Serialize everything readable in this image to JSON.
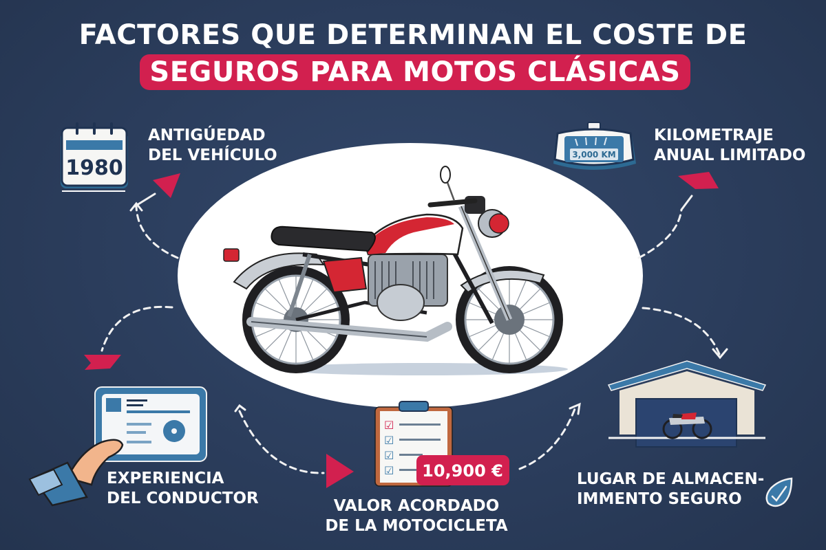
{
  "title": {
    "line1": "FACTORES QUE DETERMINAN EL COSTE DE",
    "line2": "SEGUROS PARA MOTOS CLÁSICAS"
  },
  "colors": {
    "background": "#2c3f5f",
    "accent_red": "#d2204f",
    "icon_blue": "#3b79a8",
    "text": "#ffffff"
  },
  "factors": [
    {
      "id": "antiguedad",
      "icon": "calendar-icon",
      "icon_text": "1980",
      "label_line1": "ANTIGÚEDAD",
      "label_line2": "DEL VEHÍCULO"
    },
    {
      "id": "kilometraje",
      "icon": "odometer-icon",
      "icon_text": "3,000 KM",
      "label_line1": "KILOMETRAJE",
      "label_line2": "ANUAL LIMITADO"
    },
    {
      "id": "experiencia",
      "icon": "driver-license-icon",
      "label_line1": "EXPERIENCIA",
      "label_line2": "DEL CONDUCTOR"
    },
    {
      "id": "valor",
      "icon": "clipboard-checklist-icon",
      "icon_text": "10,900 €",
      "label_line1": "VALOR ACORDADO",
      "label_line2": "DE LA MOTOCICLETA"
    },
    {
      "id": "almacenamiento",
      "icon": "garage-icon",
      "label_line1": "LUGAR DE ALMACEN-",
      "label_line2": "IMMENTO SEGURO"
    }
  ],
  "center": {
    "image": "classic-motorcycle-illustration"
  }
}
